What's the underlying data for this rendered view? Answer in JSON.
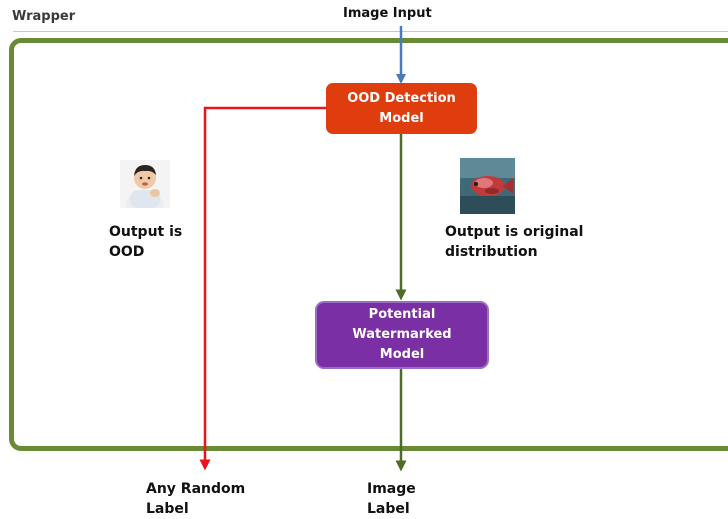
{
  "wrapper_label": "Wrapper",
  "input_label": "Image Input",
  "ood_node_label": "OOD Detection\nModel",
  "model_node_label": "Potential\nWatermarked\nModel",
  "ood_output_label": "Output is\nOOD",
  "original_output_label": "Output is original\ndistribution",
  "random_label": "Any Random\nLabel",
  "image_label": "Image\nLabel",
  "colors": {
    "wrapper_border": "#6a8b36",
    "ood_node_fill": "#e03d0f",
    "model_node_fill": "#7a2fa4",
    "input_arrow": "#4a7ab8",
    "ood_branch_arrow": "#e8161b",
    "main_path_arrow": "#4f6b2a"
  }
}
